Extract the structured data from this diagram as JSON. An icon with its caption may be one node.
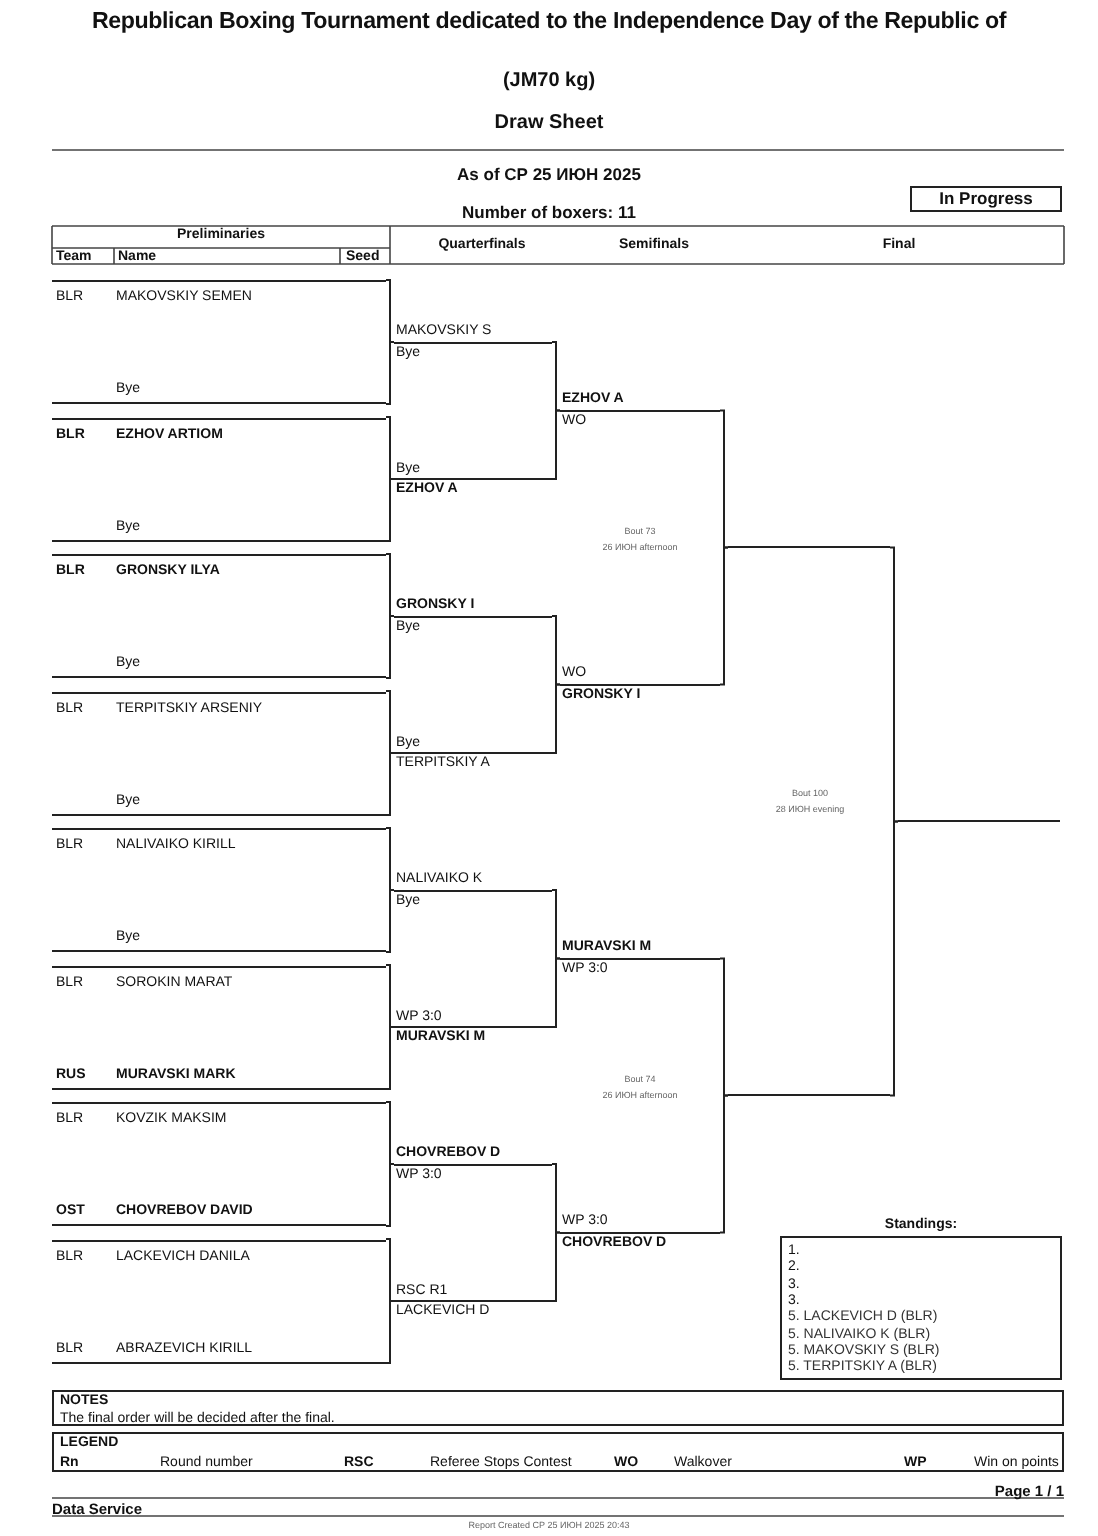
{
  "diagram": {
    "title": "Republican Boxing Tournament dedicated to the Independence Day of the Republic of",
    "nodes": [
      {
        "text": [
          "In Progress"
        ]
      },
      {
        "text": [
          "BLR",
          "MAKOVSKIY SEMEN"
        ]
      },
      {
        "text": [
          "Bye"
        ]
      },
      {
        "text": [
          "BLR",
          "EZHOV ARTIOM"
        ]
      },
      {
        "text": [
          "Bye"
        ]
      },
      {
        "text": [
          "BLR",
          "GRONSKY ILYA"
        ]
      },
      {
        "text": [
          "Bye"
        ]
      },
      {
        "text": [
          "BLR",
          "TERPITSKIY ARSENIY"
        ]
      },
      {
        "text": [
          "Bye"
        ]
      },
      {
        "text": [
          "BLR",
          "NALIVAIKO KIRILL"
        ]
      },
      {
        "text": [
          "Bye"
        ]
      },
      {
        "text": [
          "BLR",
          "SOROKIN MARAT"
        ]
      },
      {
        "text": [
          "RUS",
          "MURAVSKI MARK"
        ]
      },
      {
        "text": [
          "BLR",
          "KOVZIK MAKSIM"
        ]
      },
      {
        "text": [
          "OST",
          "CHOVREBOV DAVID"
        ]
      },
      {
        "text": [
          "BLR",
          "LACKEVICH DANILA"
        ]
      },
      {
        "text": [
          "BLR",
          "ABRAZEVICH KIRILL"
        ]
      },
      {
        "text": [
          "MAKOVSKIY S",
          "Bye"
        ]
      },
      {
        "text": [
          "Bye",
          "EZHOV A"
        ]
      },
      {
        "text": [
          "GRONSKY I",
          "Bye"
        ]
      },
      {
        "text": [
          "Bye",
          "TERPITSKIY A"
        ]
      },
      {
        "text": [
          "NALIVAIKO K",
          "Bye"
        ]
      },
      {
        "text": [
          "WP 3:0",
          "MURAVSKI M"
        ]
      },
      {
        "text": [
          "CHOVREBOV D",
          "WP 3:0"
        ]
      },
      {
        "text": [
          "RSC R1",
          "LACKEVICH D"
        ]
      },
      {
        "text": [
          "EZHOV A",
          "WO"
        ]
      },
      {
        "text": [
          "WO",
          "GRONSKY I"
        ]
      },
      {
        "text": [
          "MURAVSKI M",
          "WP 3:0"
        ]
      },
      {
        "text": [
          "WP 3:0",
          "CHOVREBOV D"
        ]
      },
      {
        "text": [],
        "shape": "line"
      },
      {
        "text": [],
        "shape": "line"
      },
      {
        "text": [],
        "shape": "line"
      },
      {
        "text": [
          "Standings:",
          "1.",
          "2.",
          "3.",
          "3.",
          "5. LACKEVICH D (BLR)",
          "5. NALIVAIKO K (BLR)",
          "5. MAKOVSKIY S (BLR)",
          "5. TERPITSKIY A (BLR)"
        ]
      },
      {
        "text": [
          "NOTES",
          "The final order will be decided after the final."
        ]
      },
      {
        "text": [
          "LEGEND",
          "Rn",
          "Round number",
          "RSC",
          "Referee Stops Contest",
          "WO",
          "Walkover",
          "WP",
          "Win on points"
        ]
      }
    ],
    "edges": [
      {
        "from": 1,
        "to": 17,
        "arrow": "none"
      },
      {
        "from": 2,
        "to": 17,
        "arrow": "none"
      },
      {
        "from": 3,
        "to": 18,
        "arrow": "none"
      },
      {
        "from": 4,
        "to": 18,
        "arrow": "none"
      },
      {
        "from": 5,
        "to": 19,
        "arrow": "none"
      },
      {
        "from": 6,
        "to": 19,
        "arrow": "none"
      },
      {
        "from": 7,
        "to": 20,
        "arrow": "none"
      },
      {
        "from": 8,
        "to": 20,
        "arrow": "none"
      },
      {
        "from": 9,
        "to": 21,
        "arrow": "none"
      },
      {
        "from": 10,
        "to": 21,
        "arrow": "none"
      },
      {
        "from": 11,
        "to": 22,
        "arrow": "none"
      },
      {
        "from": 12,
        "to": 22,
        "arrow": "none"
      },
      {
        "from": 13,
        "to": 23,
        "arrow": "none"
      },
      {
        "from": 14,
        "to": 23,
        "arrow": "none"
      },
      {
        "from": 15,
        "to": 24,
        "arrow": "none"
      },
      {
        "from": 16,
        "to": 24,
        "arrow": "none"
      },
      {
        "from": 17,
        "to": 25,
        "arrow": "none"
      },
      {
        "from": 18,
        "to": 25,
        "arrow": "none"
      },
      {
        "from": 19,
        "to": 26,
        "arrow": "none"
      },
      {
        "from": 20,
        "to": 26,
        "arrow": "none"
      },
      {
        "from": 21,
        "to": 27,
        "arrow": "none"
      },
      {
        "from": 22,
        "to": 27,
        "arrow": "none"
      },
      {
        "from": 23,
        "to": 28,
        "arrow": "none"
      },
      {
        "from": 24,
        "to": 28,
        "arrow": "none"
      },
      {
        "from": 25,
        "to": 29,
        "arrow": "none"
      },
      {
        "from": 26,
        "to": 29,
        "arrow": "none"
      },
      {
        "from": 27,
        "to": 30,
        "arrow": "none"
      },
      {
        "from": 28,
        "to": 30,
        "arrow": "none"
      },
      {
        "from": 29,
        "to": 31,
        "arrow": "none"
      },
      {
        "from": 30,
        "to": 31,
        "arrow": "none"
      }
    ],
    "labels": [
      "(JM70 kg)",
      "Draw Sheet",
      "As of СР 25 ИЮН 2025",
      "Number of boxers: 11",
      "Preliminaries",
      "Team",
      "Name",
      "Seed",
      "Quarterfinals",
      "Semifinals",
      "Final",
      "Bout 73",
      "26 ИЮН afternoon",
      "Bout 100",
      "28 ИЮН evening",
      "Bout 74",
      "26 ИЮН afternoon",
      "Page 1 / 1",
      "Data Service",
      "Report Created СР 25 ИЮН 2025 20:43"
    ]
  }
}
